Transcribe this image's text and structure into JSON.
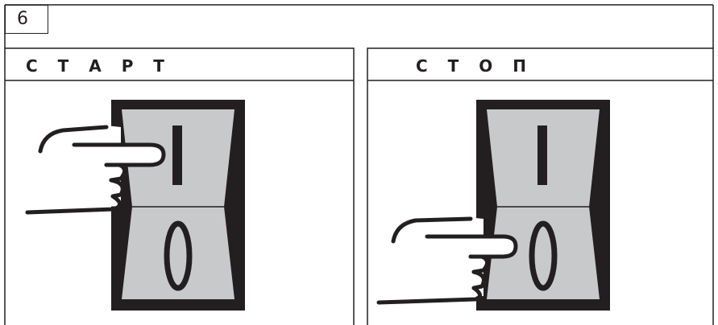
{
  "step_number": "6",
  "panels": [
    {
      "title": "С Т А Р Т",
      "switch_upper_label": "I",
      "switch_lower_label": "0",
      "pressed": "upper"
    },
    {
      "title": "С Т О П",
      "switch_upper_label": "I",
      "switch_lower_label": "0",
      "pressed": "lower"
    }
  ],
  "colors": {
    "line": "#231f20",
    "switch_face": "#c8c9cb",
    "background": "#ffffff"
  }
}
